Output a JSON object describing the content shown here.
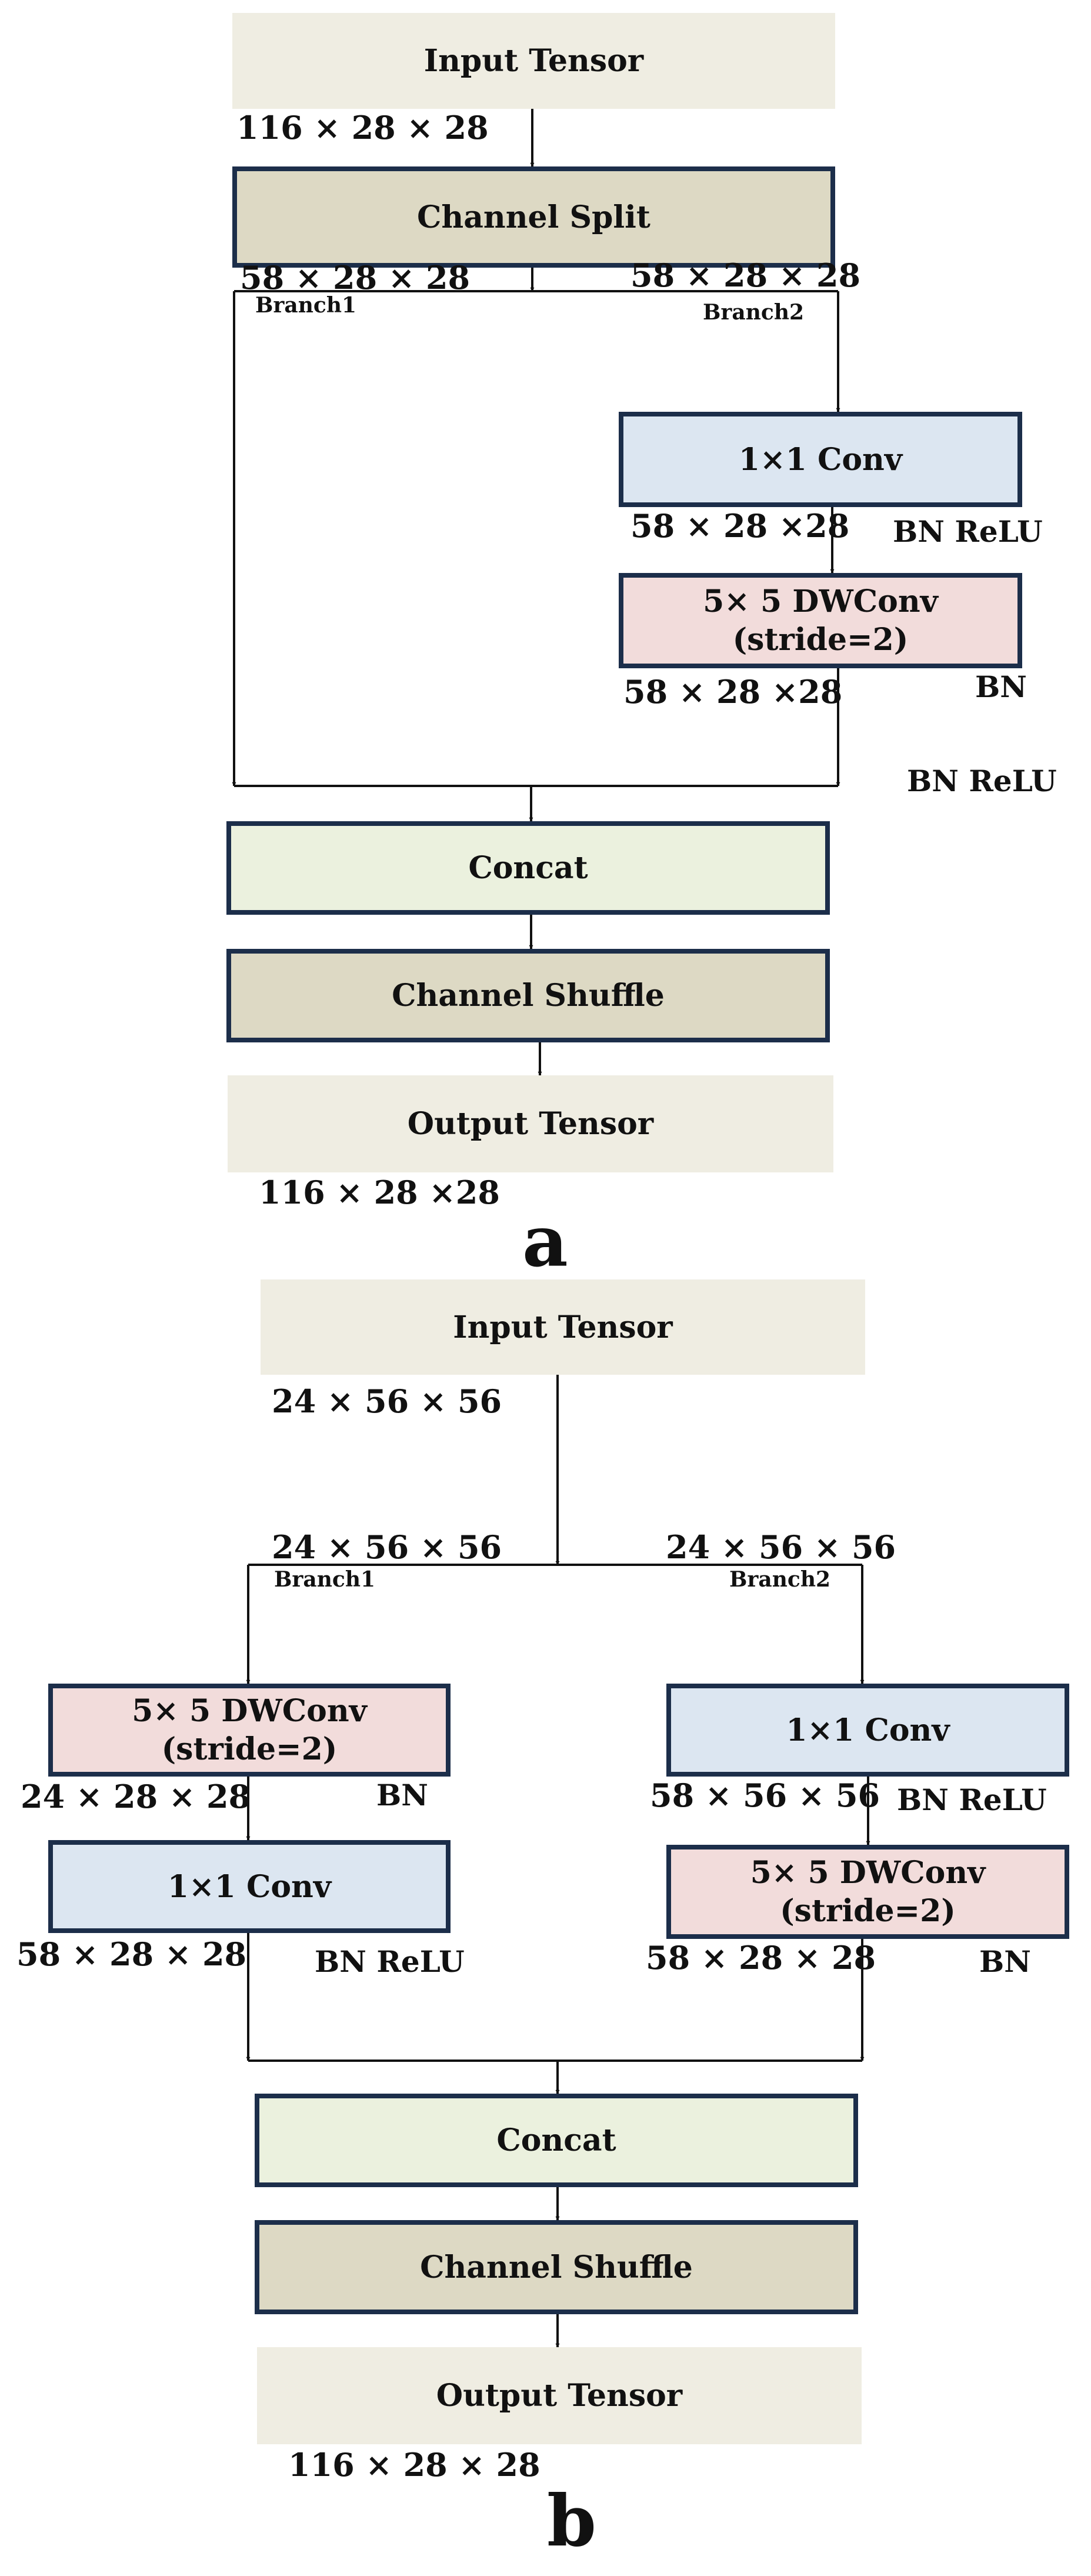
{
  "colors": {
    "tensor_fill": "#efede2",
    "split_shuffle_fill": "#ddd9c4",
    "conv1x1_fill": "#dce6f1",
    "dwconv_fill": "#f2dcdb",
    "concat_fill": "#ebf1de",
    "border": "#1c2e4a",
    "line": "#111111"
  },
  "a": {
    "input_tensor": "Input Tensor",
    "input_dim": "116 × 28 × 28",
    "channel_split": "Channel Split",
    "branch1_dim": "58 × 28 × 28",
    "branch2_dim": "58 × 28 × 28",
    "branch1": "Branch1",
    "branch2": "Branch2",
    "conv1x1": "1×1 Conv",
    "conv_out_dim": "58 × 28 ×28",
    "bn_relu_1": "BN ReLU",
    "dwconv_line1": "5× 5 DWConv",
    "dwconv_line2": "(stride=2)",
    "dw_out_dim": "58 × 28 ×28",
    "bn": "BN",
    "bn_relu_2": "BN ReLU",
    "concat": "Concat",
    "channel_shuffle": "Channel Shuffle",
    "output_tensor": "Output Tensor",
    "output_dim": "116 × 28 ×28",
    "caption": "a"
  },
  "b": {
    "input_tensor": "Input Tensor",
    "input_dim": "24 × 56 × 56",
    "branch1_dim": "24 × 56 × 56",
    "branch2_dim": "24 × 56 × 56",
    "branch1": "Branch1",
    "branch2": "Branch2",
    "left_dwconv_line1": "5× 5 DWConv",
    "left_dwconv_line2": "(stride=2)",
    "left_dw_out_dim": "24 × 28 × 28",
    "left_bn": "BN",
    "left_conv1x1": "1×1 Conv",
    "left_conv_out_dim": "58 × 28 × 28",
    "left_bn_relu": "BN ReLU",
    "right_conv1x1": "1×1 Conv",
    "right_conv_out_dim": "58 × 56 × 56",
    "right_bn_relu": "BN ReLU",
    "right_dwconv_line1": "5× 5 DWConv",
    "right_dwconv_line2": "(stride=2)",
    "right_dw_out_dim": "58 × 28 × 28",
    "right_bn": "BN",
    "concat": "Concat",
    "channel_shuffle": "Channel Shuffle",
    "output_tensor": "Output Tensor",
    "output_dim": "116 × 28 × 28",
    "caption": "b"
  }
}
